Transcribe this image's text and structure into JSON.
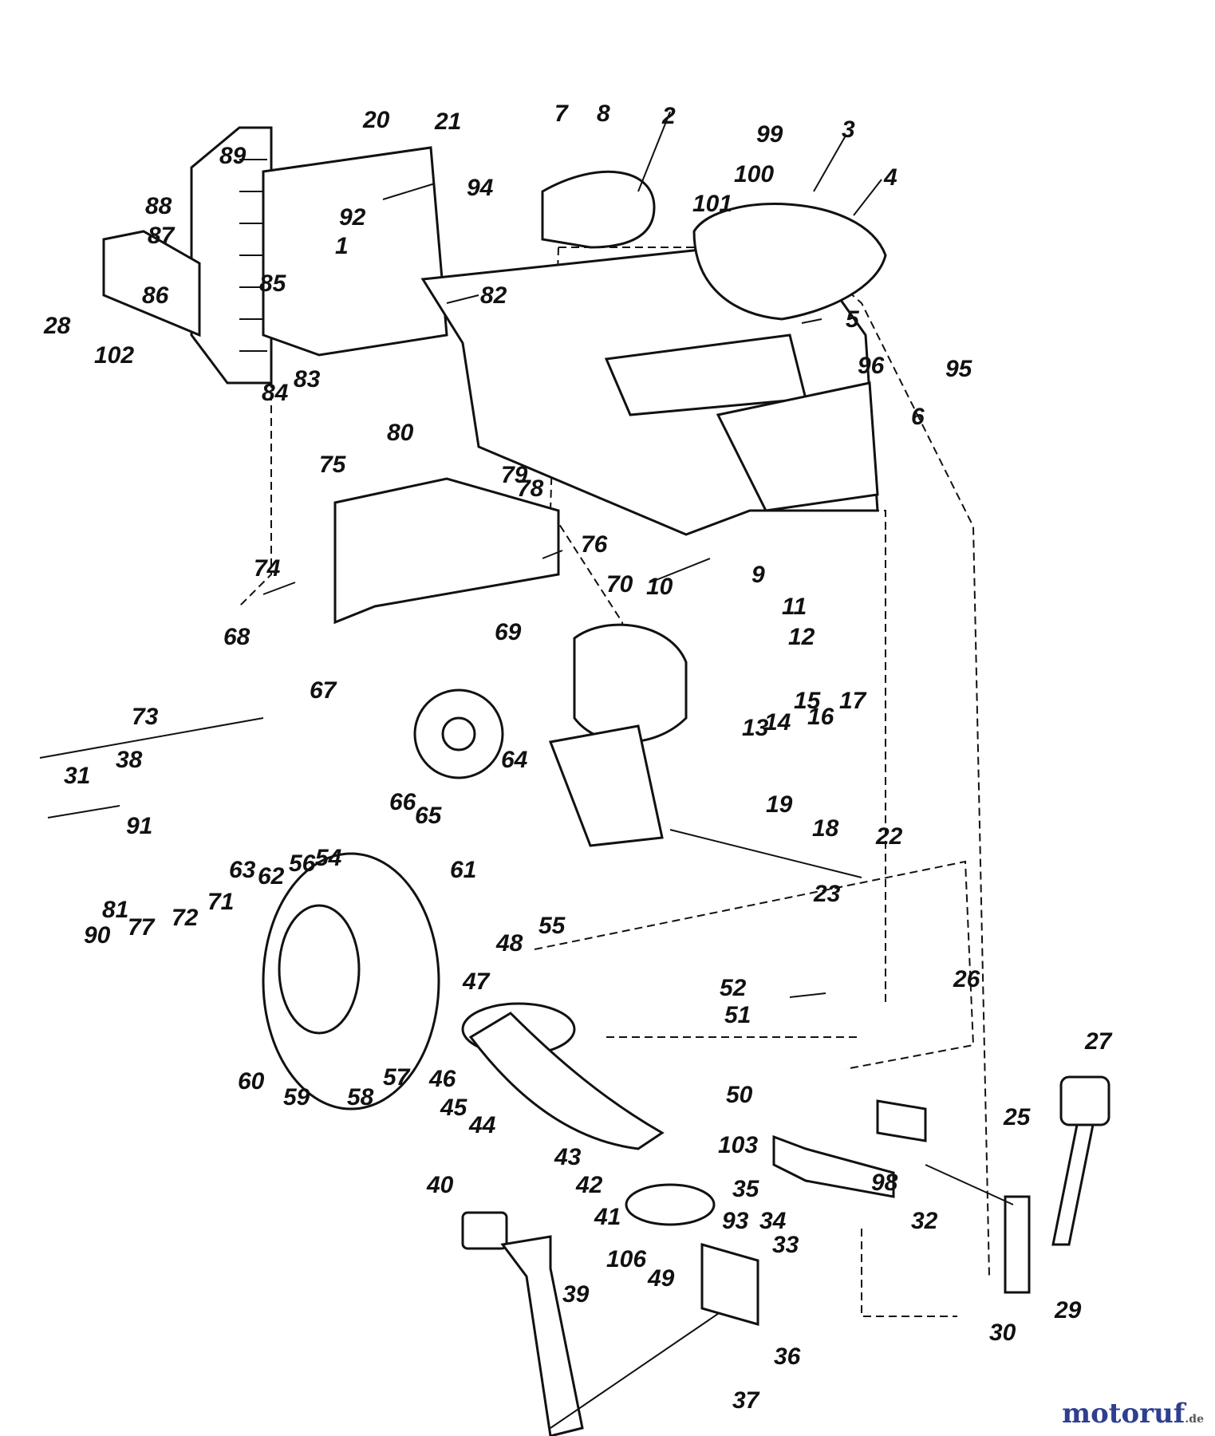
{
  "diagram": {
    "callouts": [
      {
        "id": "c1",
        "text": "1"
      },
      {
        "id": "c2",
        "text": "2"
      },
      {
        "id": "c3",
        "text": "3"
      },
      {
        "id": "c4",
        "text": "4"
      },
      {
        "id": "c5",
        "text": "5"
      },
      {
        "id": "c6",
        "text": "6"
      },
      {
        "id": "c7",
        "text": "7"
      },
      {
        "id": "c8",
        "text": "8"
      },
      {
        "id": "c9",
        "text": "9"
      },
      {
        "id": "c10",
        "text": "10"
      },
      {
        "id": "c11",
        "text": "11"
      },
      {
        "id": "c12",
        "text": "12"
      },
      {
        "id": "c13",
        "text": "13"
      },
      {
        "id": "c14",
        "text": "14"
      },
      {
        "id": "c15",
        "text": "15"
      },
      {
        "id": "c16",
        "text": "16"
      },
      {
        "id": "c17",
        "text": "17"
      },
      {
        "id": "c18",
        "text": "18"
      },
      {
        "id": "c19",
        "text": "19"
      },
      {
        "id": "c20",
        "text": "20"
      },
      {
        "id": "c21",
        "text": "21"
      },
      {
        "id": "c22",
        "text": "22"
      },
      {
        "id": "c23",
        "text": "23"
      },
      {
        "id": "c25",
        "text": "25"
      },
      {
        "id": "c26",
        "text": "26"
      },
      {
        "id": "c27",
        "text": "27"
      },
      {
        "id": "c28",
        "text": "28"
      },
      {
        "id": "c29",
        "text": "29"
      },
      {
        "id": "c30",
        "text": "30"
      },
      {
        "id": "c31",
        "text": "31"
      },
      {
        "id": "c32",
        "text": "32"
      },
      {
        "id": "c33",
        "text": "33"
      },
      {
        "id": "c34",
        "text": "34"
      },
      {
        "id": "c35",
        "text": "35"
      },
      {
        "id": "c36",
        "text": "36"
      },
      {
        "id": "c37",
        "text": "37"
      },
      {
        "id": "c38",
        "text": "38"
      },
      {
        "id": "c39",
        "text": "39"
      },
      {
        "id": "c40",
        "text": "40"
      },
      {
        "id": "c41",
        "text": "41"
      },
      {
        "id": "c42",
        "text": "42"
      },
      {
        "id": "c43",
        "text": "43"
      },
      {
        "id": "c44",
        "text": "44"
      },
      {
        "id": "c45",
        "text": "45"
      },
      {
        "id": "c46",
        "text": "46"
      },
      {
        "id": "c47",
        "text": "47"
      },
      {
        "id": "c48",
        "text": "48"
      },
      {
        "id": "c49",
        "text": "49"
      },
      {
        "id": "c50",
        "text": "50"
      },
      {
        "id": "c51",
        "text": "51"
      },
      {
        "id": "c52",
        "text": "52"
      },
      {
        "id": "c54",
        "text": "54"
      },
      {
        "id": "c55",
        "text": "55"
      },
      {
        "id": "c56",
        "text": "56"
      },
      {
        "id": "c57",
        "text": "57"
      },
      {
        "id": "c58",
        "text": "58"
      },
      {
        "id": "c59",
        "text": "59"
      },
      {
        "id": "c60",
        "text": "60"
      },
      {
        "id": "c61",
        "text": "61"
      },
      {
        "id": "c62",
        "text": "62"
      },
      {
        "id": "c63",
        "text": "63"
      },
      {
        "id": "c64",
        "text": "64"
      },
      {
        "id": "c65",
        "text": "65"
      },
      {
        "id": "c66",
        "text": "66"
      },
      {
        "id": "c67",
        "text": "67"
      },
      {
        "id": "c68",
        "text": "68"
      },
      {
        "id": "c69",
        "text": "69"
      },
      {
        "id": "c70",
        "text": "70"
      },
      {
        "id": "c71",
        "text": "71"
      },
      {
        "id": "c72",
        "text": "72"
      },
      {
        "id": "c73",
        "text": "73"
      },
      {
        "id": "c74",
        "text": "74"
      },
      {
        "id": "c75",
        "text": "75"
      },
      {
        "id": "c76",
        "text": "76"
      },
      {
        "id": "c77",
        "text": "77"
      },
      {
        "id": "c78",
        "text": "78"
      },
      {
        "id": "c79",
        "text": "79"
      },
      {
        "id": "c80",
        "text": "80"
      },
      {
        "id": "c81",
        "text": "81"
      },
      {
        "id": "c82",
        "text": "82"
      },
      {
        "id": "c83",
        "text": "83"
      },
      {
        "id": "c84",
        "text": "84"
      },
      {
        "id": "c85",
        "text": "85"
      },
      {
        "id": "c86",
        "text": "86"
      },
      {
        "id": "c87",
        "text": "87"
      },
      {
        "id": "c88",
        "text": "88"
      },
      {
        "id": "c89",
        "text": "89"
      },
      {
        "id": "c90",
        "text": "90"
      },
      {
        "id": "c91",
        "text": "91"
      },
      {
        "id": "c92",
        "text": "92"
      },
      {
        "id": "c93",
        "text": "93"
      },
      {
        "id": "c94",
        "text": "94"
      },
      {
        "id": "c95",
        "text": "95"
      },
      {
        "id": "c96",
        "text": "96"
      },
      {
        "id": "c98",
        "text": "98"
      },
      {
        "id": "c99",
        "text": "99"
      },
      {
        "id": "c100",
        "text": "100"
      },
      {
        "id": "c101",
        "text": "101"
      },
      {
        "id": "c102",
        "text": "102"
      },
      {
        "id": "c103",
        "text": "103"
      },
      {
        "id": "c106",
        "text": "106"
      }
    ]
  },
  "watermark": {
    "brand": "motoruf",
    "tld": ".de"
  }
}
